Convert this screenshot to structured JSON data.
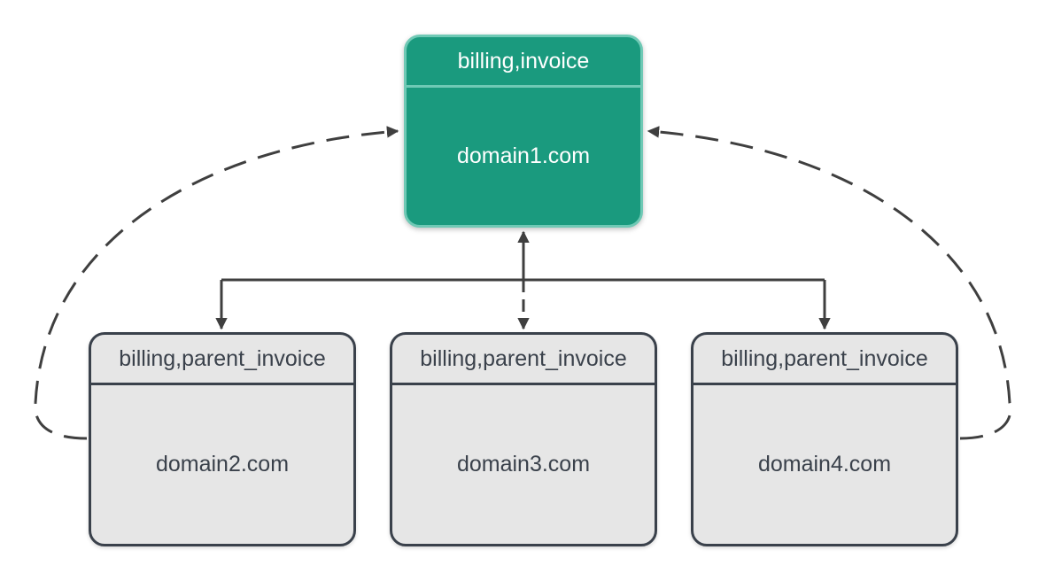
{
  "parent": {
    "header": "billing,invoice",
    "domain": "domain1.com"
  },
  "children": [
    {
      "header": "billing,parent_invoice",
      "domain": "domain2.com"
    },
    {
      "header": "billing,parent_invoice",
      "domain": "domain3.com"
    },
    {
      "header": "billing,parent_invoice",
      "domain": "domain4.com"
    }
  ],
  "colors": {
    "parent_fill": "#1a9a7e",
    "parent_border": "#6fc9b5",
    "child_fill": "#e6e6e6",
    "child_border": "#3a414b",
    "connector": "#3f3f3f"
  }
}
